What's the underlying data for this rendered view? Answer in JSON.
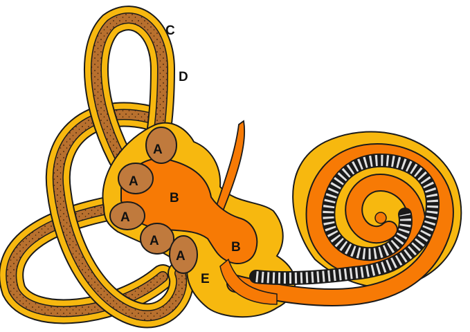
{
  "labels": {
    "a1": "A",
    "a2": "A",
    "a3": "A",
    "a4": "A",
    "a5": "A",
    "b1": "B",
    "b2": "B",
    "c": "C",
    "d": "D",
    "e": "E"
  },
  "colors": {
    "outer": "#F7B80F",
    "inner": "#F77A05",
    "canal": "#B8702E",
    "ampulla": "#C07A3D",
    "cochlea_fill": "#E0E0E0",
    "outline": "#1a1a1a",
    "background": "#ffffff"
  }
}
